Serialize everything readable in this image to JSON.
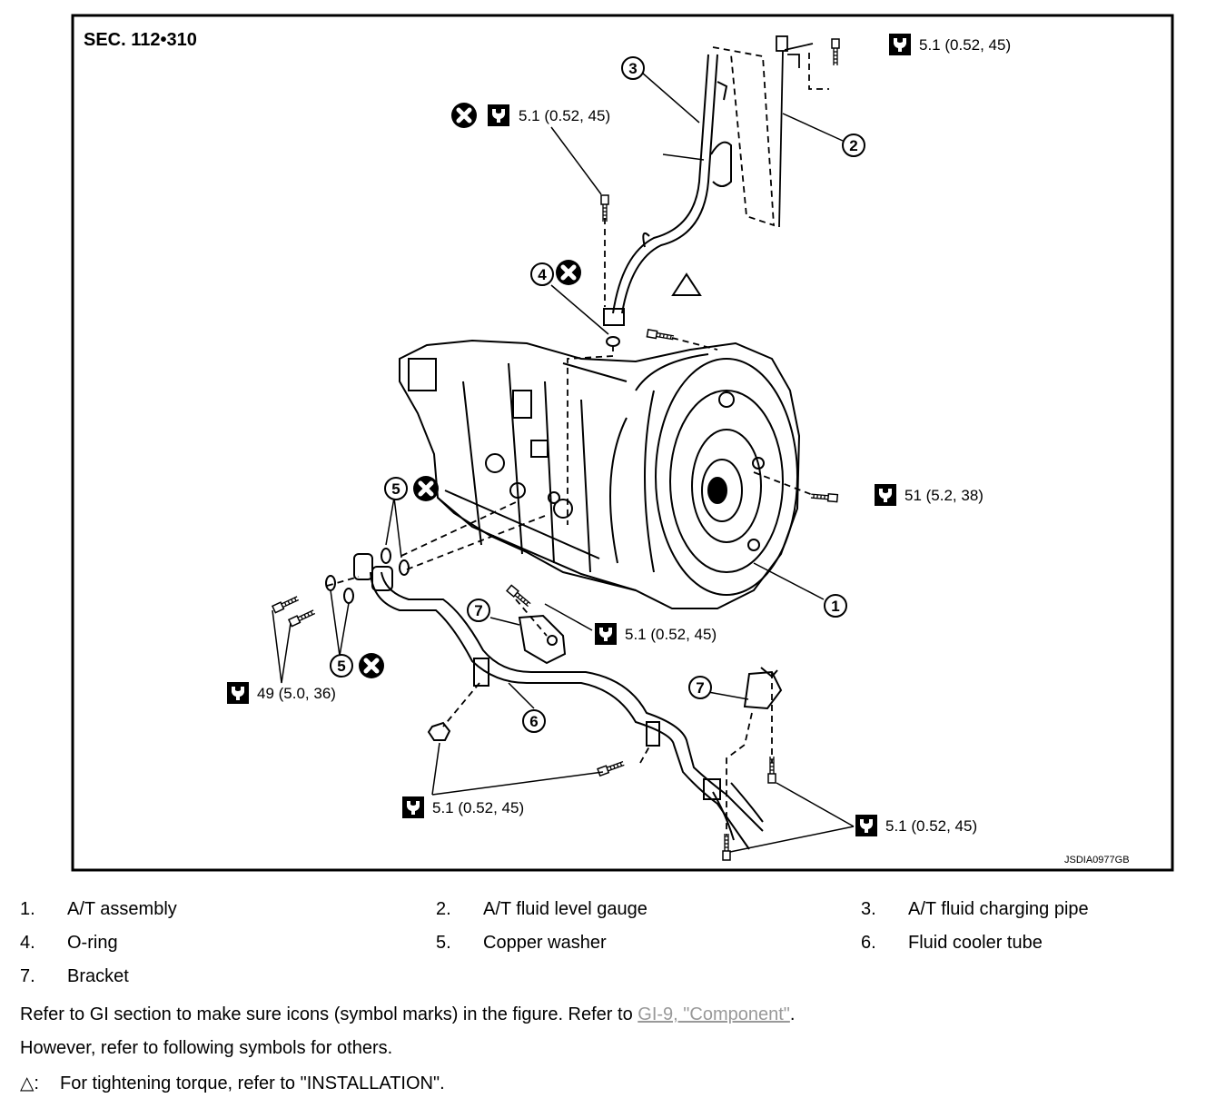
{
  "diagram": {
    "section": "SEC. 112•310",
    "code": "JSDIA0977GB",
    "torques": {
      "t_top_right": "5.1 (0.52, 45)",
      "t_pipe_bolt": "5.1 (0.52, 45)",
      "t_converter": "51 (5.2, 38)",
      "t_bracket_upper": "5.1 (0.52, 45)",
      "t_banjo": "49 (5.0, 36)",
      "t_bottom_left": "5.1 (0.52, 45)",
      "t_bottom_right": "5.1 (0.52, 45)"
    },
    "callouts": {
      "c1": "1",
      "c2": "2",
      "c3": "3",
      "c4": "4",
      "c5a": "5",
      "c5b": "5",
      "c6": "6",
      "c7a": "7",
      "c7b": "7"
    }
  },
  "legend": [
    [
      {
        "num": "1.",
        "label": "A/T assembly"
      },
      {
        "num": "2.",
        "label": "A/T fluid level gauge"
      },
      {
        "num": "3.",
        "label": "A/T fluid charging pipe"
      }
    ],
    [
      {
        "num": "4.",
        "label": "O-ring"
      },
      {
        "num": "5.",
        "label": "Copper washer"
      },
      {
        "num": "6.",
        "label": "Fluid cooler tube"
      }
    ],
    [
      {
        "num": "7.",
        "label": "Bracket"
      }
    ]
  ],
  "notes": {
    "refer_prefix": "Refer to GI section to make sure icons (symbol marks) in the figure. Refer to ",
    "refer_link": "GI-9, \"Component\"",
    "refer_suffix": ".",
    "however": "However, refer to following symbols for others.",
    "triangle_label": "△:",
    "triangle_text": "For tightening torque, refer to \"INSTALLATION\"."
  }
}
